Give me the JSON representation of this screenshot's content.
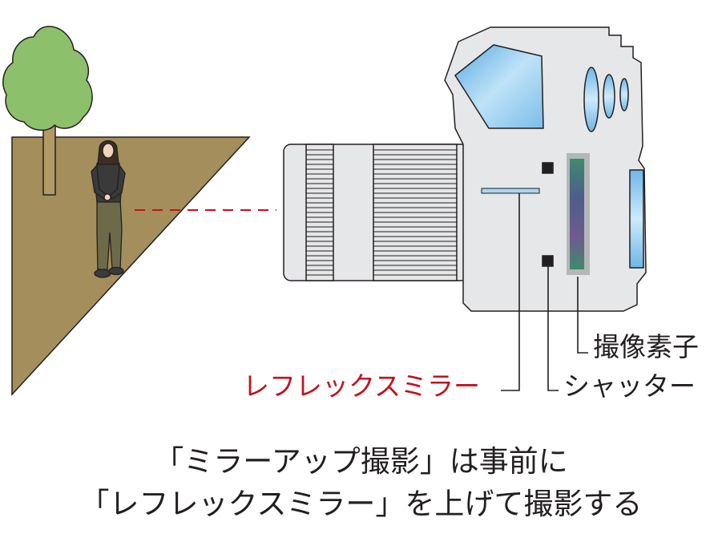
{
  "labels": {
    "sensor": "撮像素子",
    "shutter": "シャッター",
    "reflex_mirror": "レフレックスミラー"
  },
  "caption": {
    "line1": "「ミラーアップ撮影」は事前に",
    "line2": "「レフレックスミラー」を上げて撮影する"
  },
  "colors": {
    "ground": "#a48e5b",
    "tree_foliage": "#8dc06b",
    "tree_trunk": "#b19a66",
    "camera_body": "#e6e7e8",
    "glass_blue": "#8fc8ee",
    "accent_red": "#c1121f",
    "outline": "#231f20"
  }
}
